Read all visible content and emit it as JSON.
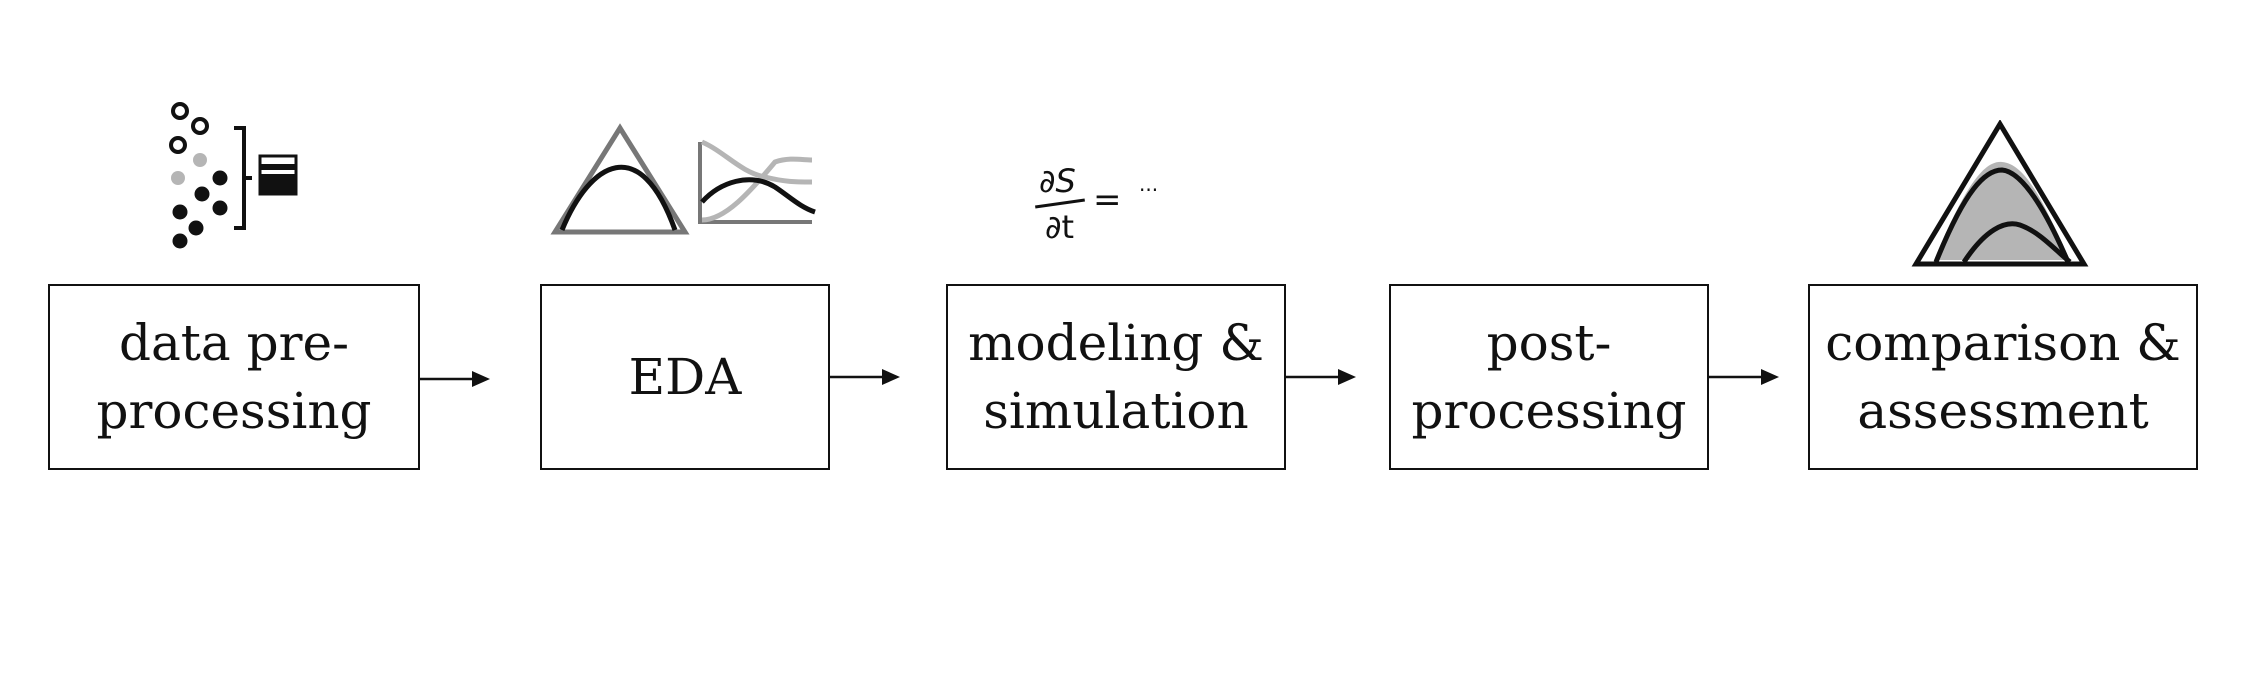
{
  "pipeline": {
    "steps": [
      {
        "id": "data-preprocessing",
        "lines": [
          "data pre-",
          "processing"
        ],
        "icon": "data-points-bracket-icon"
      },
      {
        "id": "eda",
        "lines": [
          "EDA"
        ],
        "icon": "triangle-and-line-plot-icon"
      },
      {
        "id": "modeling-simulation",
        "lines": [
          "modeling &",
          "simulation"
        ],
        "icon": "differential-equation-icon"
      },
      {
        "id": "post-processing",
        "lines": [
          "post-",
          "processing"
        ],
        "icon": ""
      },
      {
        "id": "comparison-assessment",
        "lines": [
          "comparison &",
          "assessment"
        ],
        "icon": "triangle-overlay-curves-icon"
      }
    ],
    "equation": {
      "numerator": "∂S",
      "denominator": "∂t",
      "equals": "=",
      "ellipsis": "···"
    }
  },
  "colors": {
    "ink": "#111111",
    "gray": "#777777",
    "light_gray": "#b5b5b5"
  }
}
